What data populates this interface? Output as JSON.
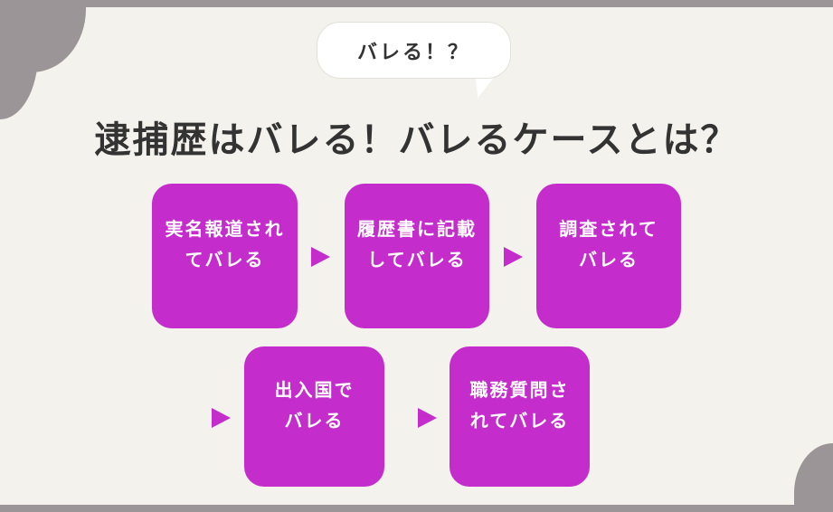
{
  "bubble": {
    "text": "バレる！？"
  },
  "title": "逮捕歴はバレる！バレるケースとは？",
  "accent_color": "#c42ccc",
  "steps": [
    {
      "line1": "実名報道され",
      "line2": "てバレる"
    },
    {
      "line1": "履歴書に記載",
      "line2": "してバレる"
    },
    {
      "line1": "調査されて",
      "line2": "バレる"
    },
    {
      "line1": "出入国で",
      "line2": "バレる"
    },
    {
      "line1": "職務質問さ",
      "line2": "れてバレる"
    }
  ]
}
